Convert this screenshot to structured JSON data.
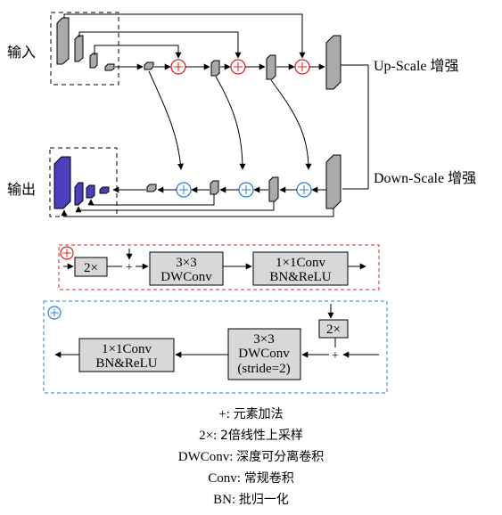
{
  "labels": {
    "input": "输入",
    "output": "输出",
    "upscale": "Up-Scale 增强",
    "downscale": "Down-Scale 增强",
    "plus": "+"
  },
  "up_module": {
    "upsample": "2×",
    "dwconv_line1": "3×3",
    "dwconv_line2": "DWConv",
    "conv_line1": "1×1Conv",
    "conv_line2": "BN&ReLU"
  },
  "down_module": {
    "upsample": "2×",
    "dwconv_line1": "3×3",
    "dwconv_line2": "DWConv",
    "dwconv_line3": "(stride=2)",
    "conv_line1": "1×1Conv",
    "conv_line2": "BN&ReLU"
  },
  "legend": [
    {
      "key": "+:",
      "value": "元素加法"
    },
    {
      "key": "2×:",
      "value": "2倍线性上采样"
    },
    {
      "key": "DWConv:",
      "value": "深度可分离卷积"
    },
    {
      "key": "Conv:",
      "value": "常规卷积"
    },
    {
      "key": "BN:",
      "value": "批归一化"
    }
  ],
  "colors": {
    "up_accent": "#e02020",
    "down_accent": "#2a7fd8",
    "output_fill": "#4b3fc0",
    "box_fill": "#d8d8d8"
  }
}
